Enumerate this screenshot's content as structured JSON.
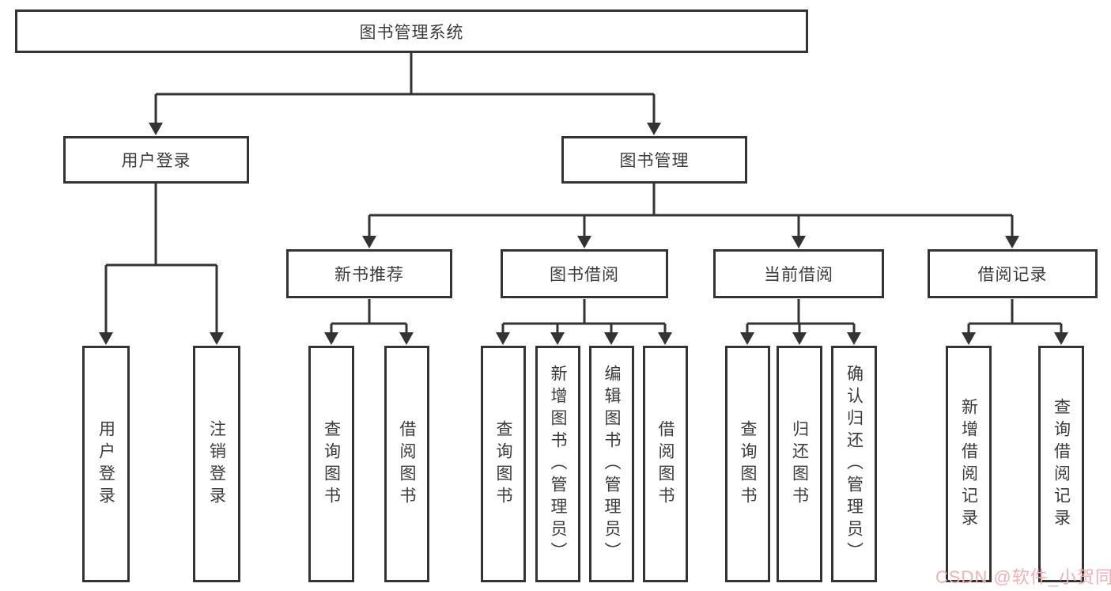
{
  "tree": {
    "root": "图书管理系统",
    "children": [
      {
        "label": "用户登录",
        "children": [
          {
            "label": "用户登录"
          },
          {
            "label": "注销登录"
          }
        ]
      },
      {
        "label": "图书管理",
        "children": [
          {
            "label": "新书推荐",
            "children": [
              {
                "label": "查询图书"
              },
              {
                "label": "借阅图书"
              }
            ]
          },
          {
            "label": "图书借阅",
            "children": [
              {
                "label": "查询图书"
              },
              {
                "label": "新增图书（管理员）"
              },
              {
                "label": "编辑图书（管理员）"
              },
              {
                "label": "借阅图书"
              }
            ]
          },
          {
            "label": "当前借阅",
            "children": [
              {
                "label": "查询图书"
              },
              {
                "label": "归还图书"
              },
              {
                "label": "确认归还（管理员）"
              }
            ]
          },
          {
            "label": "借阅记录",
            "children": [
              {
                "label": "新增借阅记录"
              },
              {
                "label": "查询借阅记录"
              }
            ]
          }
        ]
      }
    ]
  },
  "watermark": {
    "text": "CSDN @软件_小贺同学"
  },
  "colors": {
    "line": "#333333",
    "text": "#3b3b3d",
    "background": "#ffffff",
    "watermark": "#f0b1b4"
  }
}
